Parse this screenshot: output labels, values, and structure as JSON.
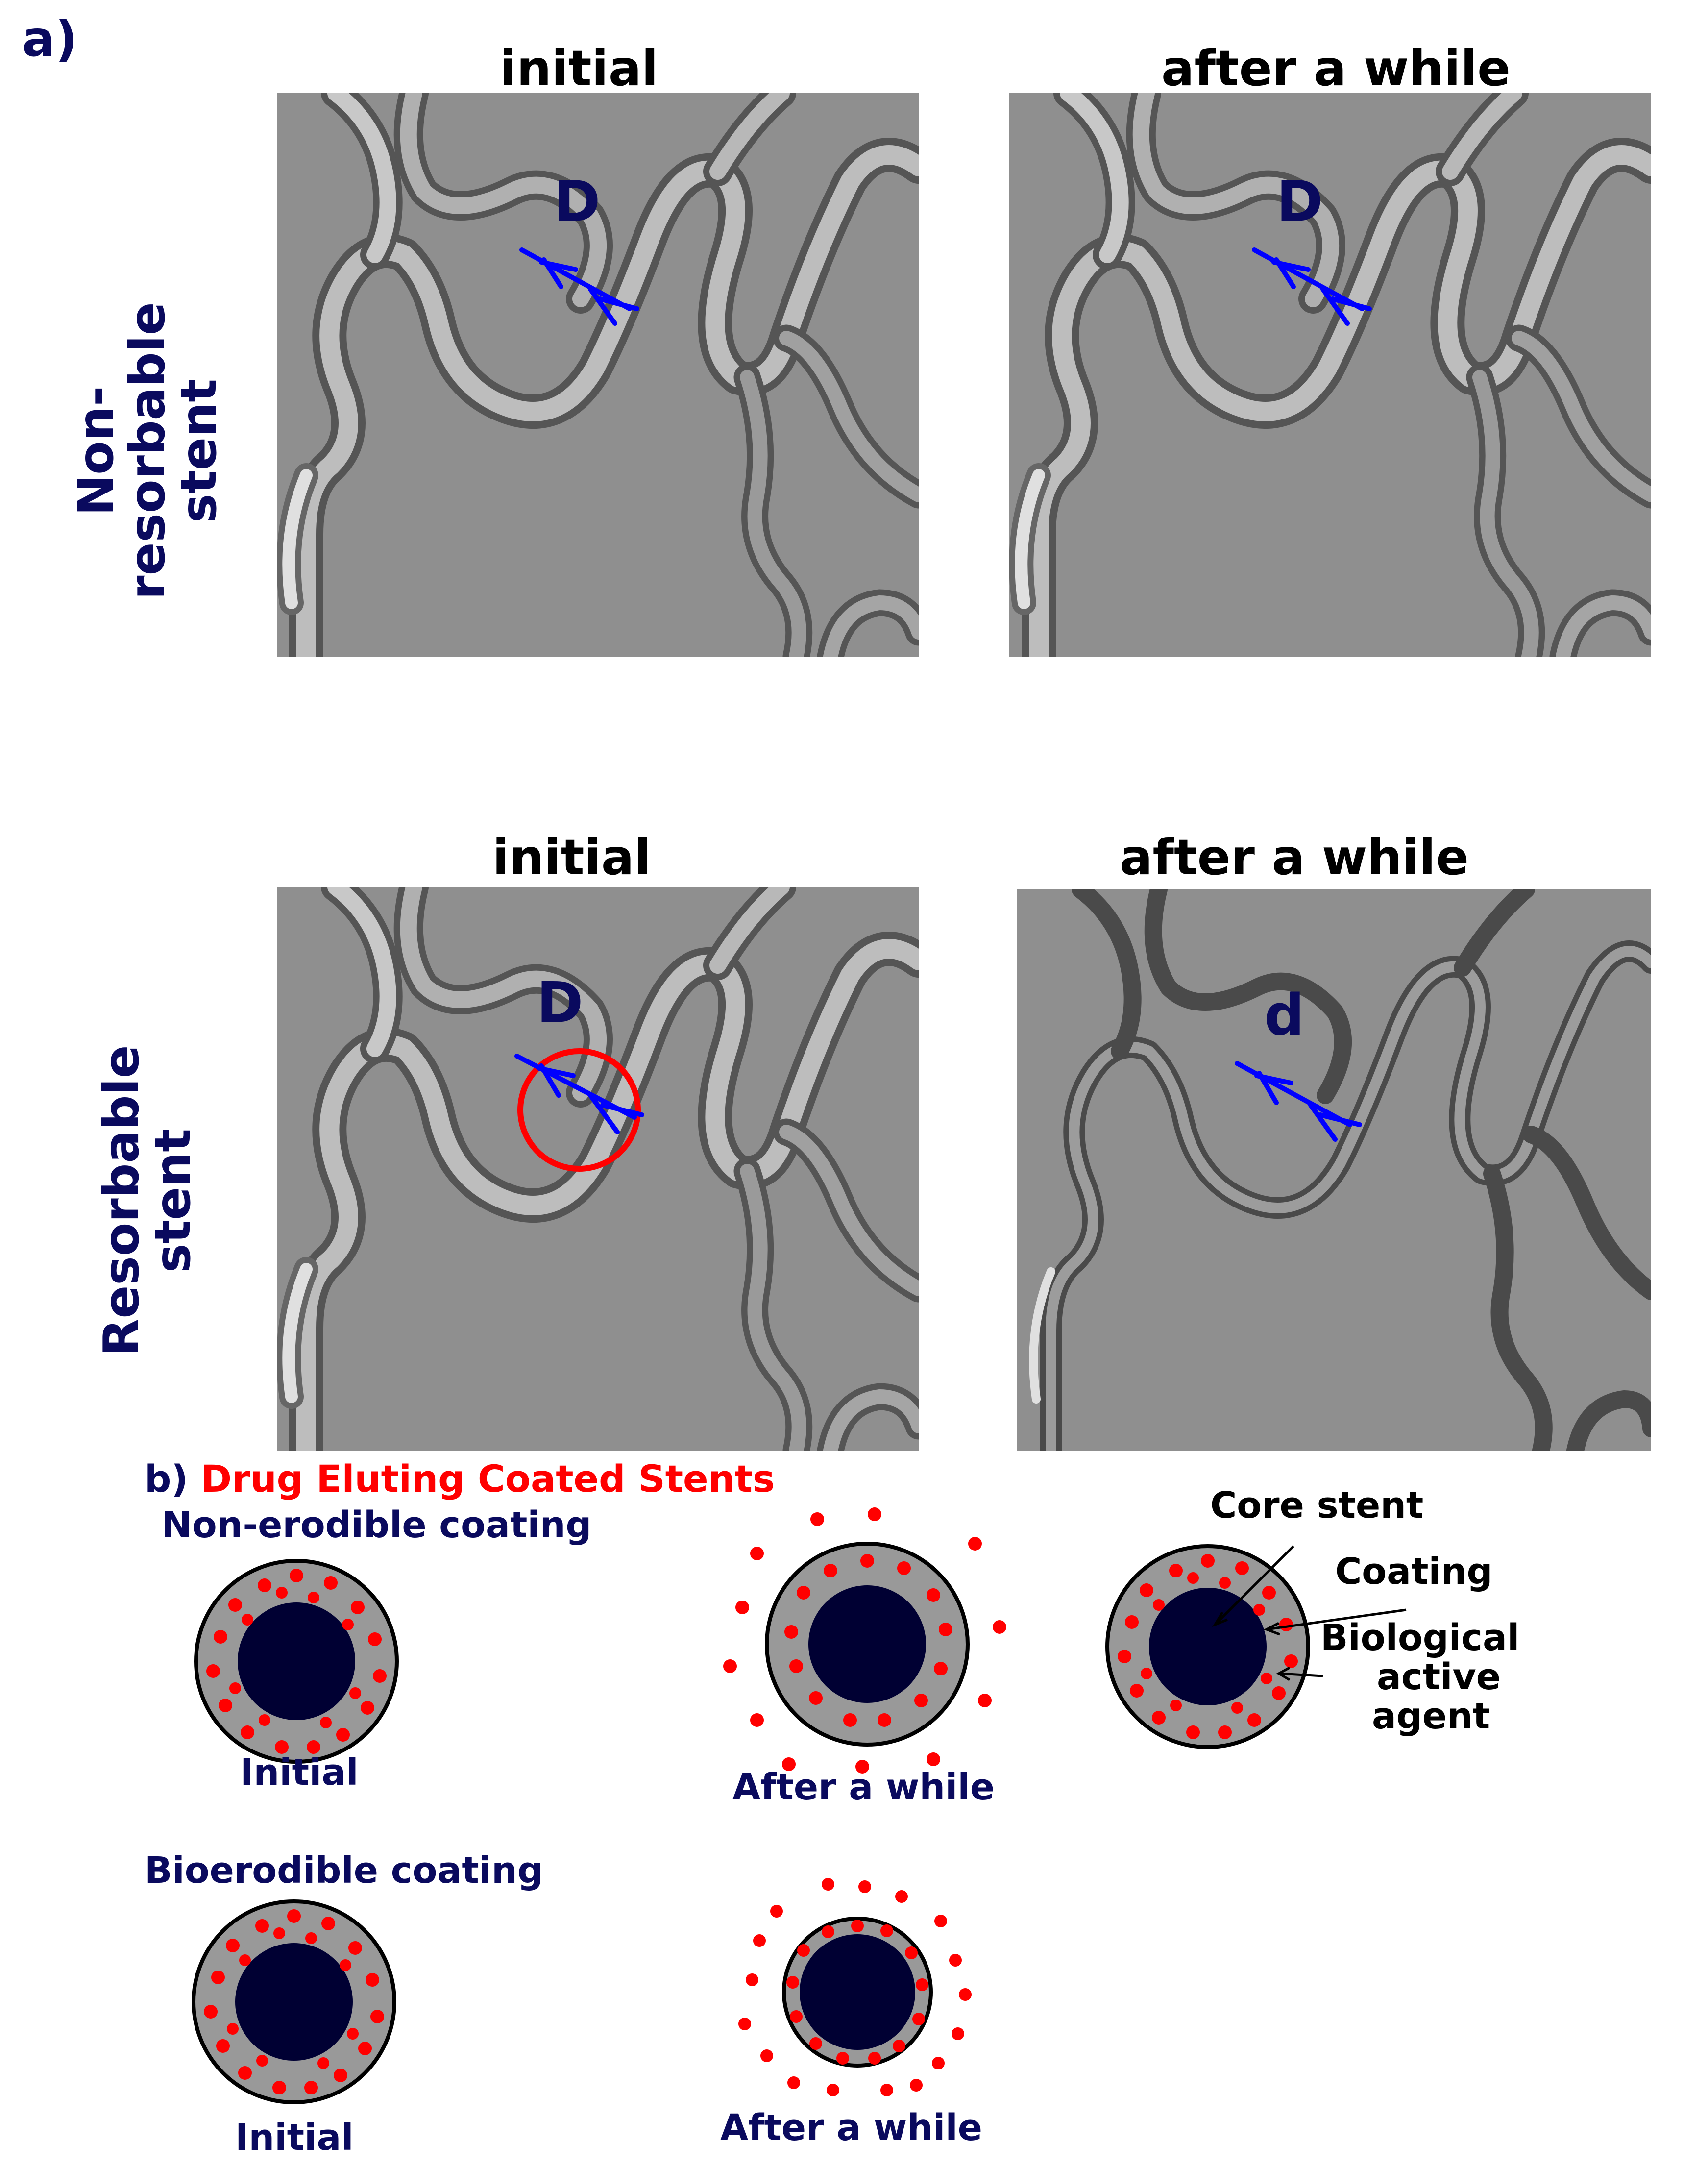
{
  "figure": {
    "part_a_label": "a)",
    "part_b_label": "b)",
    "part_b_title": "Drug Eluting Coated Stents"
  },
  "part_a": {
    "rows": [
      {
        "label_line1": "Non-",
        "label_line2": "resorbable",
        "label_line3": "stent",
        "panels": [
          {
            "title": "initial",
            "marker": "D"
          },
          {
            "title": "after a while",
            "marker": "D"
          }
        ]
      },
      {
        "label_line1": "Resorbable",
        "label_line2": "stent",
        "panels": [
          {
            "title": "initial",
            "marker": "D"
          },
          {
            "title": "after a while",
            "marker": "d"
          }
        ]
      }
    ]
  },
  "part_b": {
    "non_erodible": {
      "heading": "Non-erodible coating",
      "initial_caption": "Initial",
      "after_caption": "After a while"
    },
    "legend": {
      "core_stent": "Core stent",
      "coating": "Coating",
      "agent_line1": "Biological",
      "agent_line2": "active",
      "agent_line3": "agent"
    },
    "bioerodible": {
      "heading": "Bioerodible coating",
      "initial_caption": "Initial",
      "after_caption": "After a while"
    }
  },
  "colors": {
    "navy_text": "#0a0a5e",
    "accent_red": "#ff0000",
    "marker_blue": "#0000ff",
    "panel_gray": "#8f8f8f",
    "core_fill": "#000033",
    "coating_fill": "#999999"
  }
}
